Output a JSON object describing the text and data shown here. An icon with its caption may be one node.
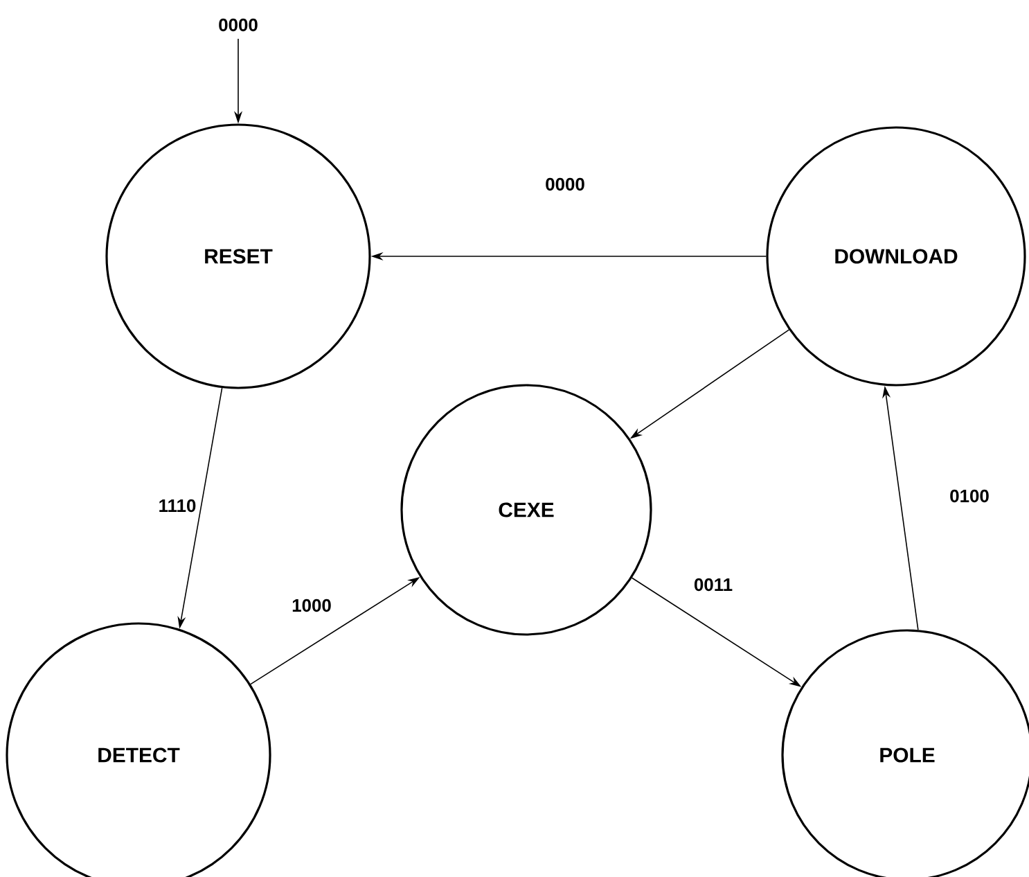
{
  "diagram": {
    "nodes": [
      {
        "text": [
          "RESET"
        ]
      },
      {
        "text": [
          "DOWNLOAD"
        ]
      },
      {
        "text": [
          "CEXE"
        ]
      },
      {
        "text": [
          "DETECT"
        ]
      },
      {
        "text": [
          "POLE"
        ]
      }
    ],
    "edges": [
      {
        "from": null,
        "to": 0,
        "arrow": "to",
        "label": "0000"
      },
      {
        "from": 1,
        "to": 0,
        "arrow": "to",
        "label": "0000"
      },
      {
        "from": 0,
        "to": 3,
        "arrow": "to",
        "label": "1110"
      },
      {
        "from": 3,
        "to": 2,
        "arrow": "to",
        "label": "1000"
      },
      {
        "from": 2,
        "to": 4,
        "arrow": "to",
        "label": "0011"
      },
      {
        "from": 4,
        "to": 1,
        "arrow": "to",
        "label": "0100"
      },
      {
        "from": 1,
        "to": 2,
        "arrow": "to"
      }
    ]
  }
}
